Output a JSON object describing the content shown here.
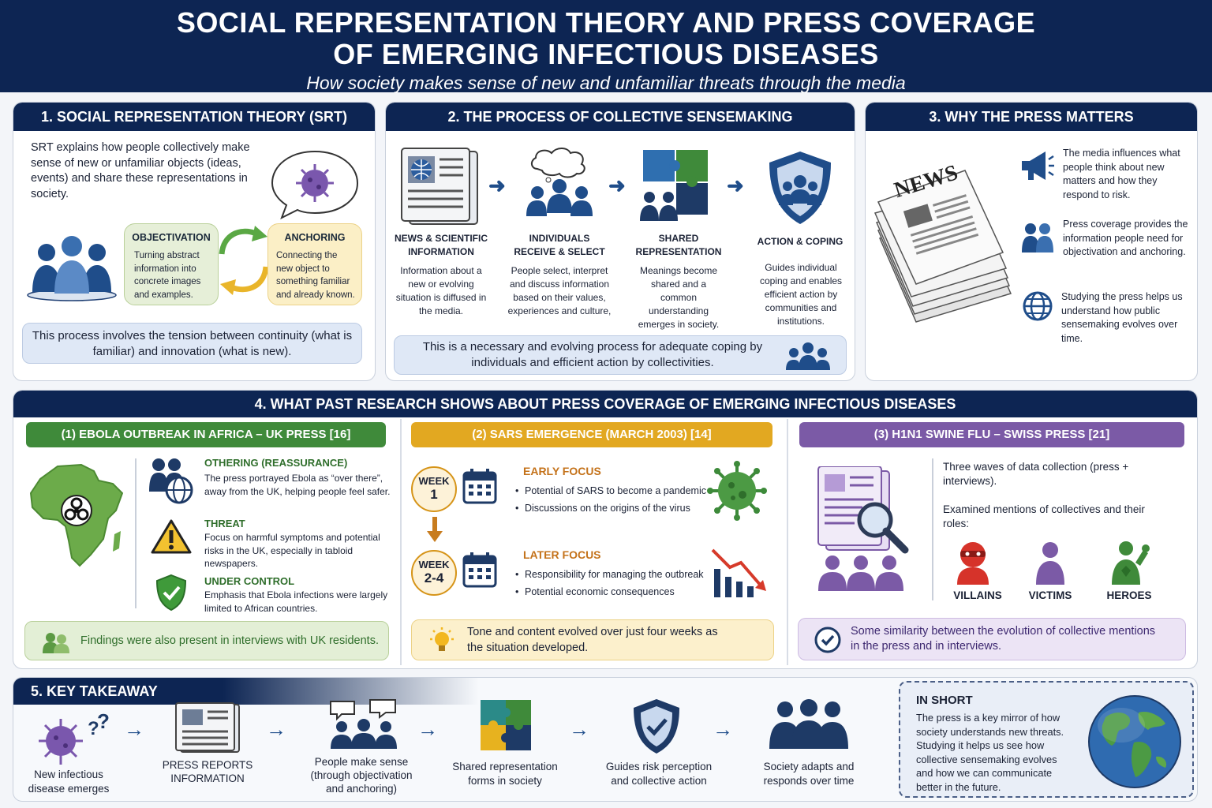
{
  "header": {
    "title_line1": "SOCIAL REPRESENTATION THEORY AND PRESS COVERAGE",
    "title_line2": "OF EMERGING INFECTIOUS DISEASES",
    "subtitle": "How society makes sense of new and unfamiliar threats through the media"
  },
  "s1": {
    "title": "1. SOCIAL REPRESENTATION THEORY (SRT)",
    "intro": "SRT explains how people collectively make sense of new or unfamiliar objects (ideas, events) and share these representations in society.",
    "objectivation": {
      "title": "OBJECTIVATION",
      "text": "Turning abstract information into concrete images and examples."
    },
    "anchoring": {
      "title": "ANCHORING",
      "text": "Connecting the new object to something familiar and already known."
    },
    "callout": "This process involves the tension between continuity (what is familiar) and innovation (what is new)."
  },
  "s2": {
    "title": "2. THE PROCESS OF COLLECTIVE SENSEMAKING",
    "steps": [
      {
        "label": "NEWS & SCIENTIFIC INFORMATION",
        "text": "Information about a new or evolving situation is diffused in the media."
      },
      {
        "label": "INDIVIDUALS RECEIVE & SELECT",
        "text": "People select, interpret and discuss information based on their values, experiences and culture,"
      },
      {
        "label": "SHARED REPRESENTATION",
        "text": "Meanings become shared and a common understanding emerges in society."
      },
      {
        "label": "ACTION & COPING",
        "text": "Guides individual coping and enables efficient action by communities and institutions."
      }
    ],
    "callout": "This is a necessary and evolving process for adequate coping by individuals and efficient action by collectivities."
  },
  "s3": {
    "title": "3. WHY THE PRESS MATTERS",
    "news_word": "NEWS",
    "items": [
      "The media influences what people think about new matters and how they respond to risk.",
      "Press coverage provides the information people need for objectivation and anchoring.",
      "Studying the press helps us understand how public sensemaking evolves over time."
    ]
  },
  "s4": {
    "title": "4. WHAT PAST RESEARCH SHOWS ABOUT PRESS COVERAGE OF EMERGING INFECTIOUS DISEASES",
    "ebola": {
      "title": "(1) EBOLA OUTBREAK IN AFRICA – UK PRESS [16]",
      "items": [
        {
          "heading": "OTHERING (REASSURANCE)",
          "text": "The press portrayed Ebola as “over there”, away from the UK, helping people feel safer."
        },
        {
          "heading": "THREAT",
          "text": "Focus on harmful symptoms and potential risks in the UK, especially in tabloid newspapers."
        },
        {
          "heading": "UNDER CONTROL",
          "text": "Emphasis that Ebola infections were largely limited to African countries."
        }
      ],
      "callout": "Findings were also present in interviews with UK residents."
    },
    "sars": {
      "title": "(2) SARS EMERGENCE (MARCH 2003) [14]",
      "week_label": "WEEK",
      "week1": "1",
      "week2": "2-4",
      "early": {
        "heading": "EARLY FOCUS",
        "bullets": [
          "Potential of SARS to become a pandemic",
          "Discussions on the origins of the virus"
        ]
      },
      "later": {
        "heading": "LATER FOCUS",
        "bullets": [
          "Responsibility for managing the outbreak",
          "Potential economic consequences"
        ]
      },
      "callout": "Tone and content evolved over just four weeks as the situation developed."
    },
    "h1n1": {
      "title": "(3) H1N1 SWINE FLU – SWISS PRESS [21]",
      "text1": "Three waves of data collection (press + interviews).",
      "text2": "Examined mentions of collectives and their roles:",
      "roles": [
        "VILLAINS",
        "VICTIMS",
        "HEROES"
      ],
      "callout": "Some similarity between the evolution of collective mentions in the press and in interviews."
    }
  },
  "s5": {
    "title": "5. KEY TAKEAWAY",
    "steps": [
      "New infectious disease emerges",
      "PRESS REPORTS INFORMATION",
      "People make sense (through objectivation and anchoring)",
      "Shared representation forms in society",
      "Guides risk perception and collective action",
      "Society adapts and responds over time"
    ],
    "inshort": {
      "title": "IN SHORT",
      "text": "The press is a key mirror of how society understands new threats. Studying it helps us see how collective sensemaking evolves and how we can communicate better in the future."
    }
  },
  "colors": {
    "navy": "#0d2553",
    "green": "#3f8a3a",
    "gold": "#e2a821",
    "purple": "#7b5aa6",
    "blue_icon": "#1f4d8a"
  }
}
